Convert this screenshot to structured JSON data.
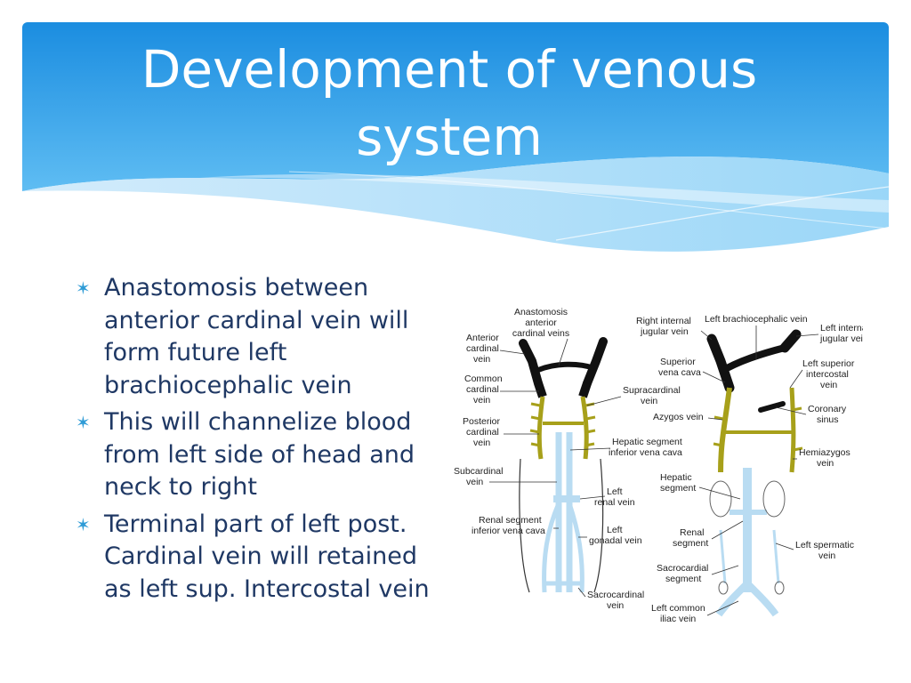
{
  "slide": {
    "title_line1": "Development of venous",
    "title_line2": "system",
    "bullets": [
      "Anastomosis between anterior cardinal vein will form future left brachiocephalic vein",
      "This will channelize blood from left side of head and neck to right",
      "Terminal part of left post. Cardinal vein will retained as left sup. Intercostal vein"
    ],
    "bullet_symbol": "✶"
  },
  "colors": {
    "header_blue": "#1e8fe0",
    "header_light": "#6ec4f5",
    "text_dark": "#1f3864",
    "vein_blue": "#b9dcf2",
    "vein_olive": "#a7a01a"
  },
  "diagram": {
    "left_labels": {
      "anastomosis": [
        "Anastomosis",
        "anterior",
        "cardinal veins"
      ],
      "anterior_cardinal": [
        "Anterior",
        "cardinal",
        "vein"
      ],
      "common_cardinal": [
        "Common",
        "cardinal",
        "vein"
      ],
      "posterior_cardinal": [
        "Posterior",
        "cardinal",
        "vein"
      ],
      "subcardinal": [
        "Subcardinal",
        "vein"
      ],
      "renal_segment": [
        "Renal segment",
        "inferior vena cava"
      ],
      "supracardinal": [
        "Supracardinal",
        "vein"
      ],
      "hepatic_segment": [
        "Hepatic segment",
        "inferior vena cava"
      ],
      "left_renal": [
        "Left",
        "renal vein"
      ],
      "left_gonadal": [
        "Left",
        "gonadal vein"
      ],
      "sacrocardinal": [
        "Sacrocardinal",
        "vein"
      ]
    },
    "right_labels": {
      "right_internal_jugular": [
        "Right internal",
        "jugular vein"
      ],
      "left_brachiocephalic": [
        "Left brachiocephalic vein"
      ],
      "left_internal_jugular": [
        "Left internal",
        "jugular vein"
      ],
      "superior_vena_cava": [
        "Superior",
        "vena cava"
      ],
      "left_superior_intercostal": [
        "Left superior",
        "intercostal",
        "vein"
      ],
      "azygos": [
        "Azygos vein"
      ],
      "coronary_sinus": [
        "Coronary",
        "sinus"
      ],
      "hemiazygos": [
        "Hemiazygos",
        "vein"
      ],
      "hepatic_segment": [
        "Hepatic",
        "segment"
      ],
      "renal_segment": [
        "Renal",
        "segment"
      ],
      "left_spermatic": [
        "Left spermatic",
        "vein"
      ],
      "sacrocardial_segment": [
        "Sacrocardial",
        "segment"
      ],
      "left_common_iliac": [
        "Left common",
        "iliac vein"
      ]
    }
  }
}
